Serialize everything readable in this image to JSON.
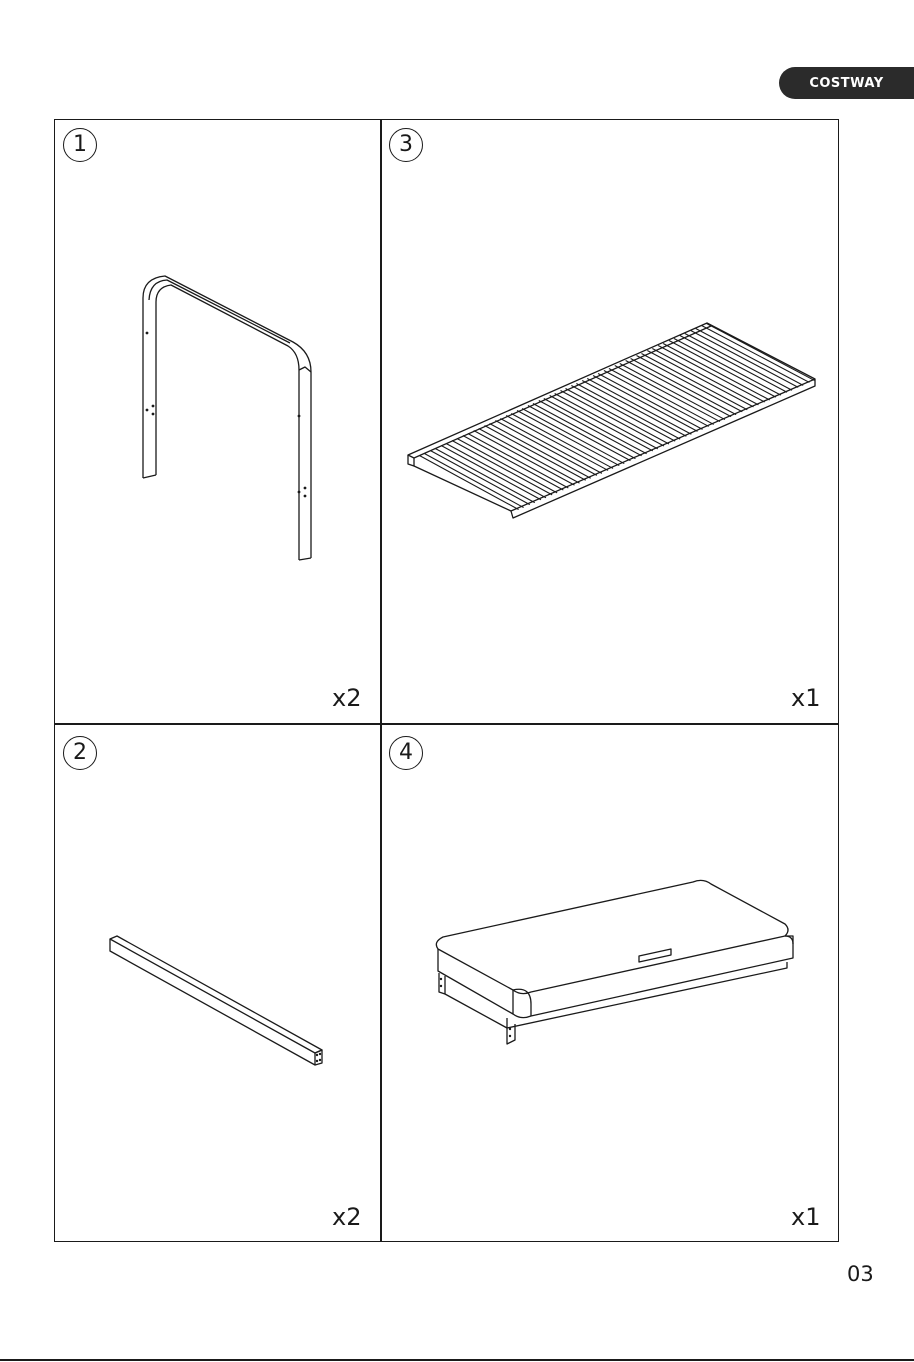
{
  "brand": {
    "name": "COSTWAY"
  },
  "panels": [
    {
      "number": "1",
      "quantity": "x2"
    },
    {
      "number": "3",
      "quantity": "x1"
    },
    {
      "number": "2",
      "quantity": "x2"
    },
    {
      "number": "4",
      "quantity": "x1"
    }
  ],
  "page": {
    "number": "03"
  }
}
